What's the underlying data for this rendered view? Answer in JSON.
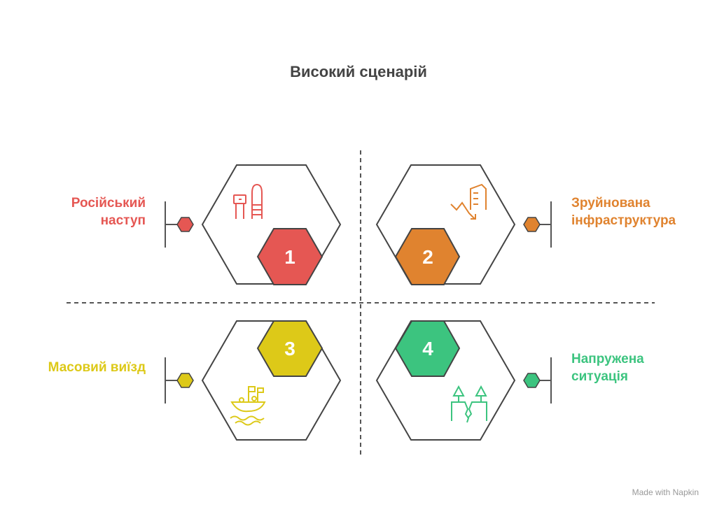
{
  "title": "Високий сценарій",
  "quadrants": [
    {
      "number": "1",
      "label_lines": [
        "Російський",
        "наступ"
      ],
      "color": "#E55753",
      "icon": "military-tower-rocket-icon"
    },
    {
      "number": "2",
      "label_lines": [
        "Зруйнована",
        "інфраструктура"
      ],
      "color": "#E0832F",
      "icon": "collapsing-building-icon"
    },
    {
      "number": "3",
      "label_lines": [
        "Масовий виїзд"
      ],
      "color": "#DDC918",
      "icon": "boat-on-waves-icon"
    },
    {
      "number": "4",
      "label_lines": [
        "Напружена",
        "ситуація"
      ],
      "color": "#3CC47F",
      "icon": "cracked-ground-trees-icon"
    }
  ],
  "watermark": "Made with Napkin"
}
